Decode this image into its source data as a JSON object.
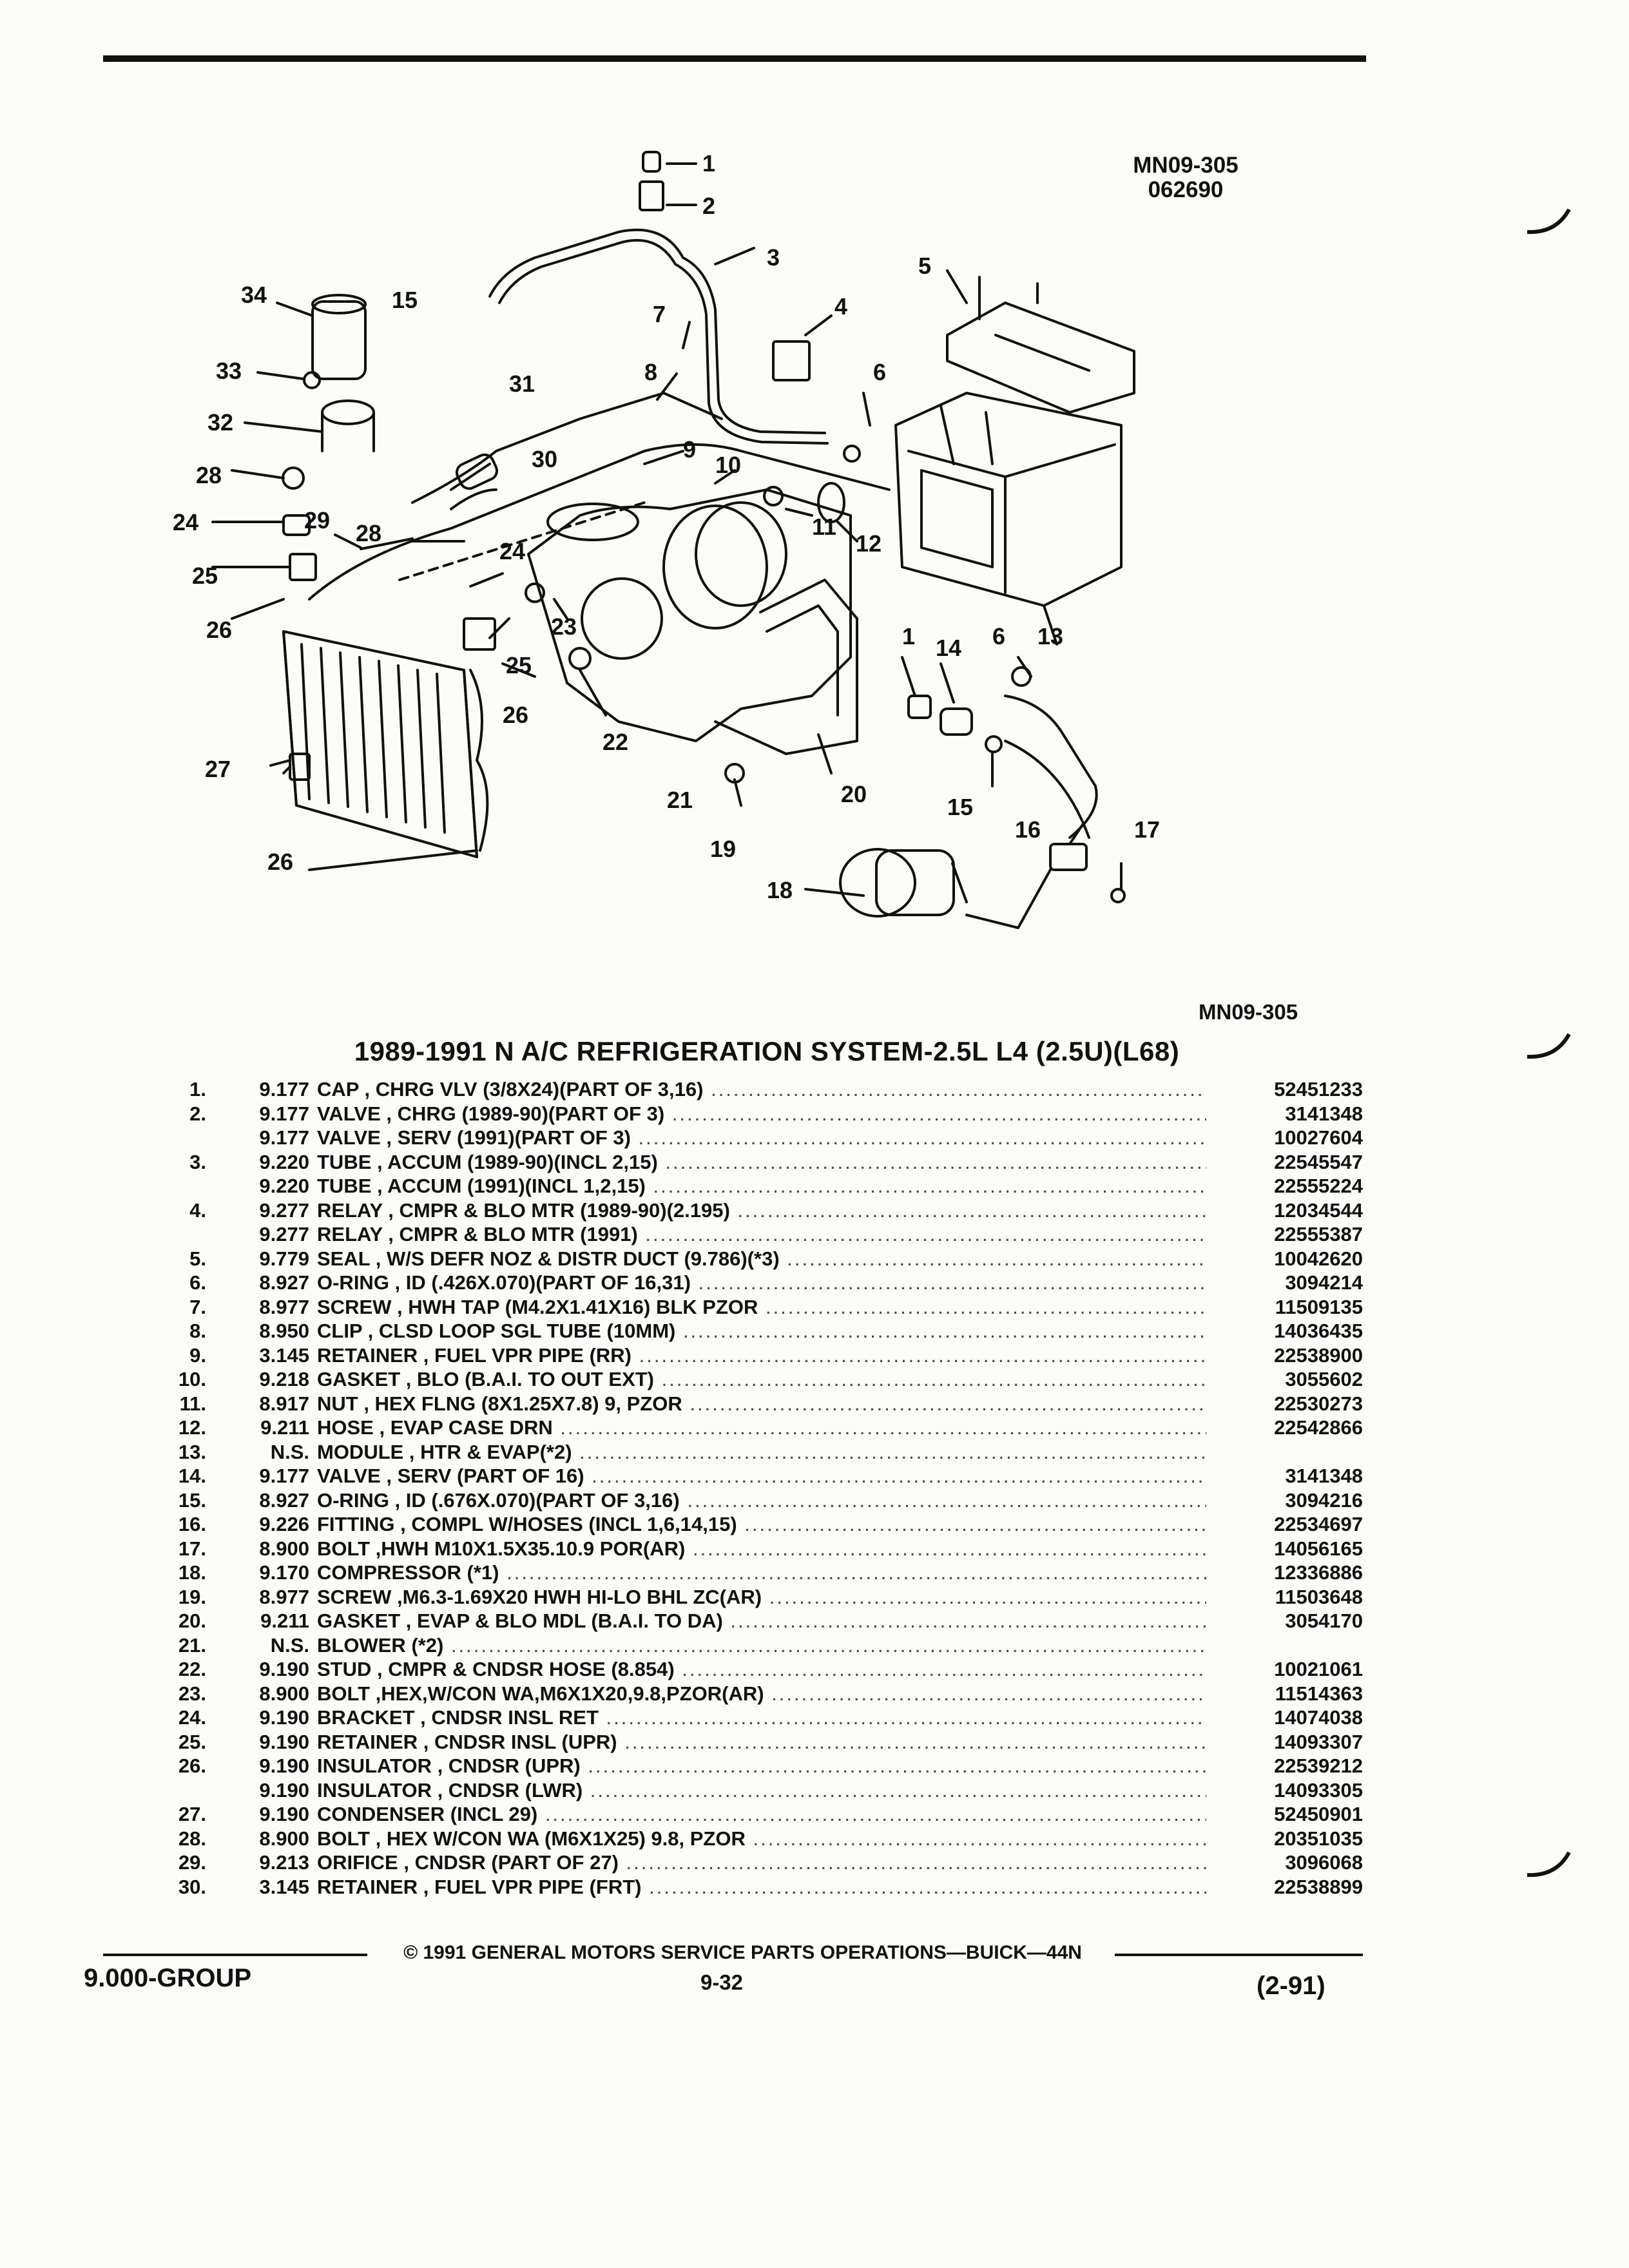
{
  "diagram": {
    "code": "MN09-305",
    "date_code": "062690",
    "code_bottom": "MN09-305",
    "callouts": [
      "1",
      "2",
      "3",
      "4",
      "5",
      "6",
      "7",
      "8",
      "9",
      "10",
      "11",
      "12",
      "13",
      "14",
      "15",
      "16",
      "17",
      "18",
      "19",
      "20",
      "21",
      "22",
      "23",
      "24",
      "25",
      "26",
      "27",
      "28",
      "29",
      "30",
      "31",
      "32",
      "33",
      "34"
    ]
  },
  "title": "1989-1991 N A/C REFRIGERATION SYSTEM-2.5L L4 (2.5U)(L68)",
  "parts": [
    {
      "idx": "1.",
      "grp": "9.177",
      "desc": "CAP , CHRG VLV (3/8X24)(PART OF 3,16)",
      "pn": "52451233"
    },
    {
      "idx": "2.",
      "grp": "9.177",
      "desc": "VALVE , CHRG (1989-90)(PART OF 3)",
      "pn": "3141348"
    },
    {
      "idx": "",
      "grp": "9.177",
      "desc": "VALVE , SERV (1991)(PART OF 3)",
      "pn": "10027604"
    },
    {
      "idx": "3.",
      "grp": "9.220",
      "desc": "TUBE , ACCUM (1989-90)(INCL 2,15)",
      "pn": "22545547"
    },
    {
      "idx": "",
      "grp": "9.220",
      "desc": "TUBE , ACCUM (1991)(INCL 1,2,15)",
      "pn": "22555224"
    },
    {
      "idx": "4.",
      "grp": "9.277",
      "desc": "RELAY , CMPR & BLO MTR (1989-90)(2.195)",
      "pn": "12034544"
    },
    {
      "idx": "",
      "grp": "9.277",
      "desc": "RELAY , CMPR & BLO MTR (1991)",
      "pn": "22555387"
    },
    {
      "idx": "5.",
      "grp": "9.779",
      "desc": "SEAL , W/S DEFR NOZ & DISTR DUCT (9.786)(*3)",
      "pn": "10042620"
    },
    {
      "idx": "6.",
      "grp": "8.927",
      "desc": "O-RING , ID (.426X.070)(PART OF 16,31)",
      "pn": "3094214"
    },
    {
      "idx": "7.",
      "grp": "8.977",
      "desc": "SCREW , HWH TAP (M4.2X1.41X16) BLK PZOR",
      "pn": "11509135"
    },
    {
      "idx": "8.",
      "grp": "8.950",
      "desc": "CLIP , CLSD LOOP SGL TUBE (10MM)",
      "pn": "14036435"
    },
    {
      "idx": "9.",
      "grp": "3.145",
      "desc": "RETAINER , FUEL VPR PIPE (RR)",
      "pn": "22538900"
    },
    {
      "idx": "10.",
      "grp": "9.218",
      "desc": "GASKET , BLO (B.A.I. TO OUT EXT)",
      "pn": "3055602"
    },
    {
      "idx": "11.",
      "grp": "8.917",
      "desc": "NUT , HEX FLNG (8X1.25X7.8) 9, PZOR",
      "pn": "22530273"
    },
    {
      "idx": "12.",
      "grp": "9.211",
      "desc": "HOSE , EVAP CASE DRN",
      "pn": "22542866"
    },
    {
      "idx": "13.",
      "grp": "N.S.",
      "desc": "MODULE , HTR & EVAP(*2)",
      "pn": ""
    },
    {
      "idx": "14.",
      "grp": "9.177",
      "desc": "VALVE , SERV (PART OF 16)",
      "pn": "3141348"
    },
    {
      "idx": "15.",
      "grp": "8.927",
      "desc": "O-RING , ID (.676X.070)(PART OF 3,16)",
      "pn": "3094216"
    },
    {
      "idx": "16.",
      "grp": "9.226",
      "desc": "FITTING , COMPL W/HOSES (INCL 1,6,14,15)",
      "pn": "22534697"
    },
    {
      "idx": "17.",
      "grp": "8.900",
      "desc": "BOLT ,HWH M10X1.5X35.10.9 POR(AR)",
      "pn": "14056165"
    },
    {
      "idx": "18.",
      "grp": "9.170",
      "desc": "COMPRESSOR (*1)",
      "pn": "12336886"
    },
    {
      "idx": "19.",
      "grp": "8.977",
      "desc": "SCREW ,M6.3-1.69X20 HWH HI-LO BHL ZC(AR)",
      "pn": "11503648"
    },
    {
      "idx": "20.",
      "grp": "9.211",
      "desc": "GASKET , EVAP & BLO MDL (B.A.I. TO DA)",
      "pn": "3054170"
    },
    {
      "idx": "21.",
      "grp": "N.S.",
      "desc": "BLOWER (*2)",
      "pn": ""
    },
    {
      "idx": "22.",
      "grp": "9.190",
      "desc": "STUD , CMPR & CNDSR HOSE (8.854)",
      "pn": "10021061"
    },
    {
      "idx": "23.",
      "grp": "8.900",
      "desc": "BOLT ,HEX,W/CON WA,M6X1X20,9.8,PZOR(AR)",
      "pn": "11514363"
    },
    {
      "idx": "24.",
      "grp": "9.190",
      "desc": "BRACKET , CNDSR INSL RET",
      "pn": "14074038"
    },
    {
      "idx": "25.",
      "grp": "9.190",
      "desc": "RETAINER , CNDSR INSL (UPR)",
      "pn": "14093307"
    },
    {
      "idx": "26.",
      "grp": "9.190",
      "desc": "INSULATOR , CNDSR (UPR)",
      "pn": "22539212"
    },
    {
      "idx": "",
      "grp": "9.190",
      "desc": "INSULATOR , CNDSR (LWR)",
      "pn": "14093305"
    },
    {
      "idx": "27.",
      "grp": "9.190",
      "desc": "CONDENSER (INCL 29)",
      "pn": "52450901"
    },
    {
      "idx": "28.",
      "grp": "8.900",
      "desc": "BOLT , HEX W/CON WA (M6X1X25) 9.8, PZOR",
      "pn": "20351035"
    },
    {
      "idx": "29.",
      "grp": "9.213",
      "desc": "ORIFICE , CNDSR (PART OF 27)",
      "pn": "3096068"
    },
    {
      "idx": "30.",
      "grp": "3.145",
      "desc": "RETAINER , FUEL VPR PIPE (FRT)",
      "pn": "22538899"
    }
  ],
  "footer": {
    "copyright": "© 1991 GENERAL MOTORS SERVICE PARTS OPERATIONS—BUICK—44N",
    "group": "9.000-GROUP",
    "page": "9-32",
    "date": "(2-91)"
  }
}
